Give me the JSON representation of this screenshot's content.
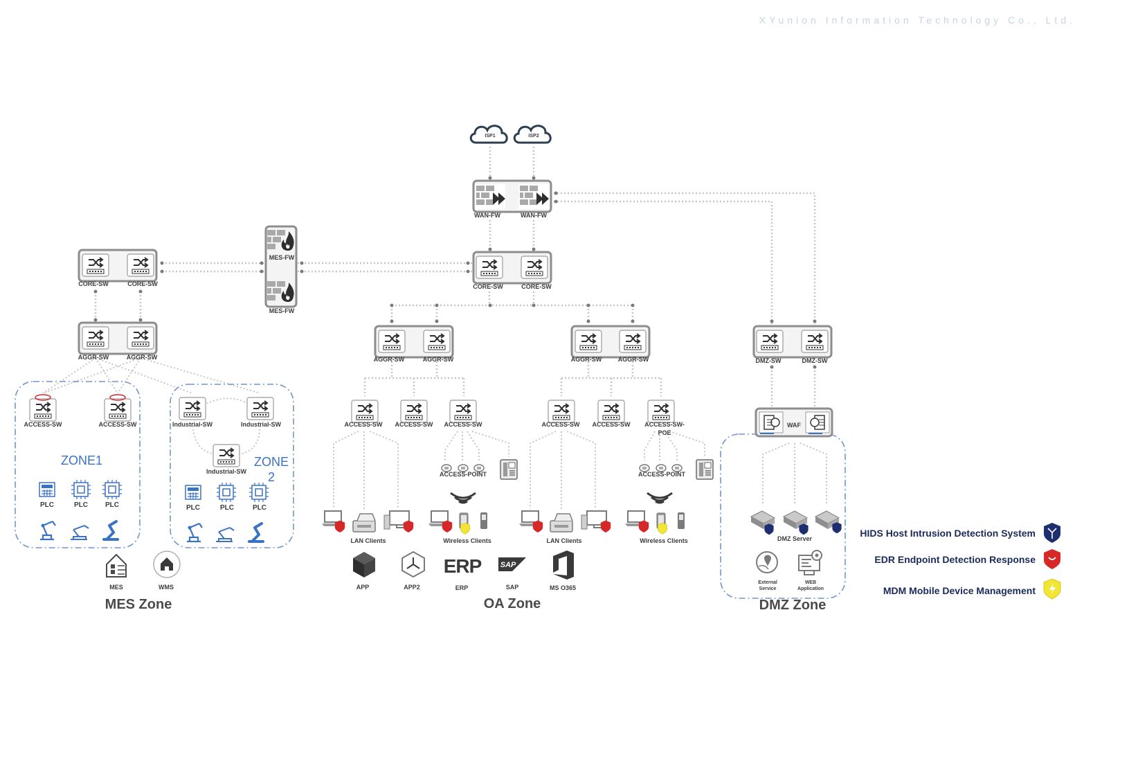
{
  "company": "XYunion Information Technology Co., Ltd.",
  "isp": [
    "ISP1",
    "ISP2"
  ],
  "wan": [
    "WAN-FW",
    "WAN-FW"
  ],
  "core_center": [
    "CORE-SW",
    "CORE-SW"
  ],
  "mes_fw": [
    "MES-FW",
    "MES-FW"
  ],
  "core_left": [
    "CORE-SW",
    "CORE-SW"
  ],
  "aggr_left": [
    "AGGR-SW",
    "AGGR-SW"
  ],
  "mes_zone": {
    "title": "MES Zone",
    "zone1": {
      "label": "ZONE1",
      "access": [
        "ACCESS-SW",
        "ACCESS-SW"
      ],
      "plc": [
        "PLC",
        "PLC",
        "PLC"
      ]
    },
    "zone2": {
      "label_line1": "ZONE",
      "label_line2": "2",
      "industrial": [
        "Industrial-SW",
        "Industrial-SW",
        "Industrial-SW"
      ],
      "plc": [
        "PLC",
        "PLC",
        "PLC"
      ]
    },
    "apps": [
      "MES",
      "WMS"
    ]
  },
  "oa_zone": {
    "title": "OA Zone",
    "left": {
      "aggr": [
        "AGGR-SW",
        "AGGR-SW"
      ],
      "access": [
        "ACCESS-SW",
        "ACCESS-SW",
        "ACCESS-SW"
      ],
      "access_point": "ACCESS-POINT",
      "lan_clients": "LAN Clients",
      "wireless_clients": "Wireless Clients"
    },
    "right": {
      "aggr": [
        "AGGR-SW",
        "AGGR-SW"
      ],
      "access": [
        "ACCESS-SW",
        "ACCESS-SW"
      ],
      "access_poe_line1": "ACCESS-SW-",
      "access_poe_line2": "POE",
      "access_point": "ACCESS-POINT",
      "lan_clients": "LAN Clients",
      "wireless_clients": "Wireless Clients"
    },
    "apps": [
      "APP",
      "APP2",
      "ERP",
      "SAP",
      "MS O365"
    ],
    "erp_logo": "ERP",
    "sap_logo": "SAP"
  },
  "dmz_zone": {
    "title": "DMZ Zone",
    "switches": [
      "DMZ-SW",
      "DMZ-SW"
    ],
    "waf": "WAF",
    "server": "DMZ Server",
    "external_line1": "External",
    "external_line2": "Service",
    "web_line1": "WEB",
    "web_line2": "Application"
  },
  "legend": [
    {
      "text": "HIDS Host Intrusion Detection System",
      "color": "#1d2f6e",
      "icon": "hids-shield-icon"
    },
    {
      "text": "EDR Endpoint Detection Response",
      "color": "#d62828",
      "icon": "edr-shield-icon"
    },
    {
      "text": "MDM Mobile Device Management",
      "color": "#f2e536",
      "icon": "mdm-shield-icon"
    }
  ],
  "colors": {
    "link": "#c6c6c6",
    "zone_border": "#6f95cf",
    "device": "#8d8d8d"
  }
}
